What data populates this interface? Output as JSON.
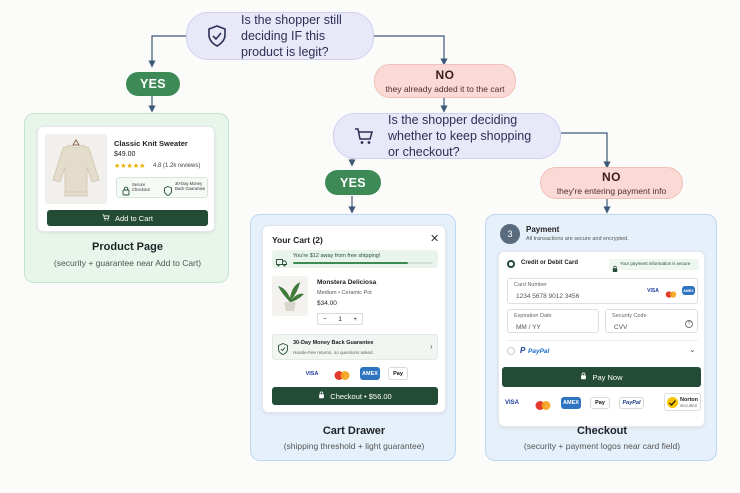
{
  "q1": {
    "text": "Is the shopper still deciding IF this product is legit?"
  },
  "yes1": "YES",
  "no1": {
    "title": "NO",
    "sub": "they already added it to the cart"
  },
  "q2": {
    "text": "Is the shopper deciding whether to keep shopping or checkout?"
  },
  "yes2": "YES",
  "no2": {
    "title": "NO",
    "sub": "they're entering payment info"
  },
  "product_page": {
    "name": "Classic Knit Sweater",
    "price": "$49.00",
    "stars": "★★★★★",
    "rating": "4.8 (1.2k reviews)",
    "badge1": "Secure Checkout",
    "badge2": "30-Day Money Back Guarantee",
    "button": "Add to Cart",
    "title": "Product Page",
    "subtitle": "(security + guarantee near Add to Cart)"
  },
  "cart": {
    "header": "Your Cart (2)",
    "shipping_text": "You're $12 away from free shipping!",
    "shipping_progress": 0.82,
    "item_name": "Monstera Deliciosa",
    "item_variant": "Medium  •  Ceramic Pot",
    "item_price": "$34.00",
    "qty": "1",
    "guarantee_title": "30-Day Money Back Guarantee",
    "guarantee_sub": "Hassle-free returns, no questions asked.",
    "pay1": "VISA",
    "pay3": "AMEX",
    "pay4": "Pay",
    "checkout": "Checkout  •  $56.00",
    "title": "Cart Drawer",
    "subtitle": "(shipping threshold + light guarantee)"
  },
  "checkout": {
    "step": "3",
    "heading": "Payment",
    "sub": "All transactions are secure and encrypted.",
    "method": "Credit or Debit Card",
    "secure_note": "Your payment information is secure",
    "card_label": "Card Number",
    "card_value": "1234 5678 9012 3456",
    "exp_label": "Expiration Date",
    "exp_value": "MM / YY",
    "cvv_label": "Security Code",
    "cvv_value": "CVV",
    "paypal": "PayPal",
    "pay_button": "Pay Now",
    "logo_visa": "VISA",
    "logo_amex": "AMEX",
    "logo_apple": "Pay",
    "logo_paypal": "PayPal",
    "norton": "Norton",
    "norton_sub": "SECURED",
    "title": "Checkout",
    "subtitle": "(security + payment logos near card field)"
  },
  "colors": {
    "green": "#3e8a57",
    "dark_green": "#234b36",
    "lavender": "#e8e8f8",
    "pink": "#fbd9d4"
  }
}
